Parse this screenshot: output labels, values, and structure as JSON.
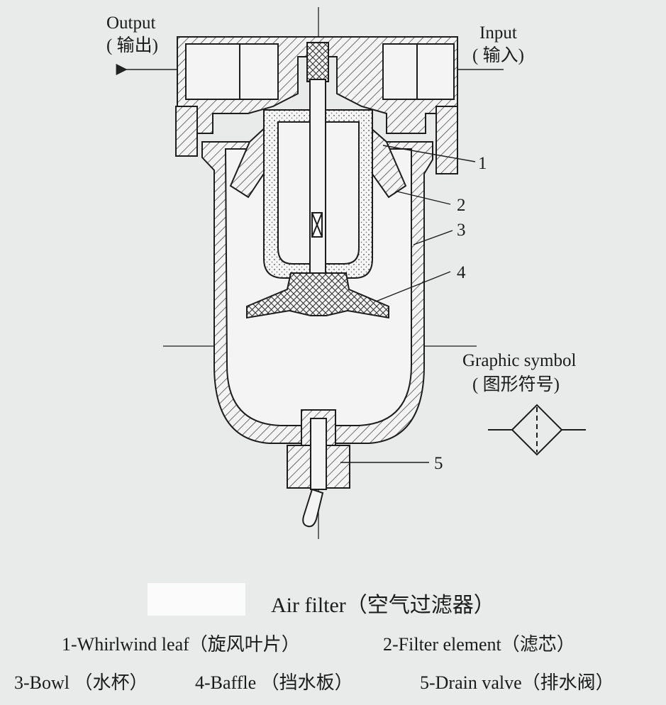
{
  "labels": {
    "output": "Output",
    "output_cn": "( 输出)",
    "input": "Input",
    "input_cn": "( 输入)",
    "graphic_symbol": "Graphic symbol",
    "graphic_symbol_cn": "( 图形符号)"
  },
  "callouts": [
    "1",
    "2",
    "3",
    "4",
    "5"
  ],
  "caption": "Air filter（空气过滤器）",
  "legend": {
    "item1": "1-Whirlwind leaf（旋风叶片）",
    "item2": "2-Filter element（滤芯）",
    "item3": "3-Bowl （水杯）",
    "item4": "4-Baffle （挡水板）",
    "item5": "5-Drain valve（排水阀）"
  }
}
